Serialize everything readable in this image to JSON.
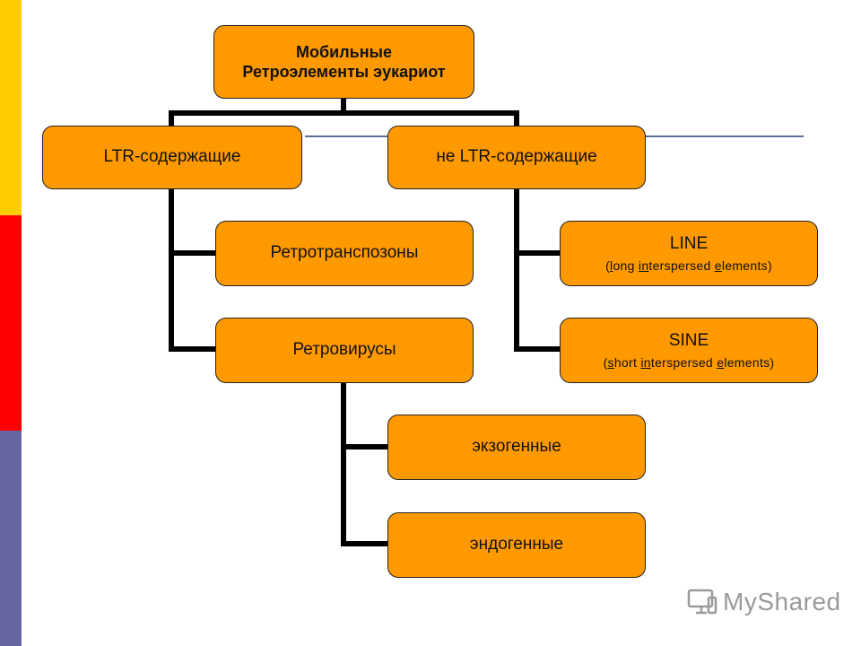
{
  "colors": {
    "node_fill": "#ff9900",
    "connector": "#000000",
    "stripe_top": "#ffcc00",
    "stripe_middle": "#ff0000",
    "stripe_bottom": "#6666a3",
    "rule": "#5a6f94",
    "logo": "#9a9a9a"
  },
  "diagram": {
    "root": {
      "line1": "Мобильные",
      "line2": "Ретроэлементы эукариот"
    },
    "ltr": {
      "label": "LTR-содержащие"
    },
    "non_ltr": {
      "label": "не LTR-содержащие"
    },
    "retrotransposons": {
      "label": "Ретротранспозоны"
    },
    "retroviruses": {
      "label": "Ретровирусы"
    },
    "exogenous": {
      "label": "экзогенные"
    },
    "endogenous": {
      "label": "эндогенные"
    },
    "line": {
      "label": "LINE",
      "sub": {
        "open": "(",
        "p1": "l",
        "p2": "ong ",
        "p3": "in",
        "p4": "terspersed ",
        "p5": "e",
        "p6": "lements)"
      }
    },
    "sine": {
      "label": "SINE",
      "sub": {
        "open": "(",
        "p1": "s",
        "p2": "hort ",
        "p3": "in",
        "p4": "terspersed ",
        "p5": "e",
        "p6": "lements)"
      }
    }
  },
  "watermark": {
    "text": "MyShared",
    "icon": "computer-icon"
  }
}
